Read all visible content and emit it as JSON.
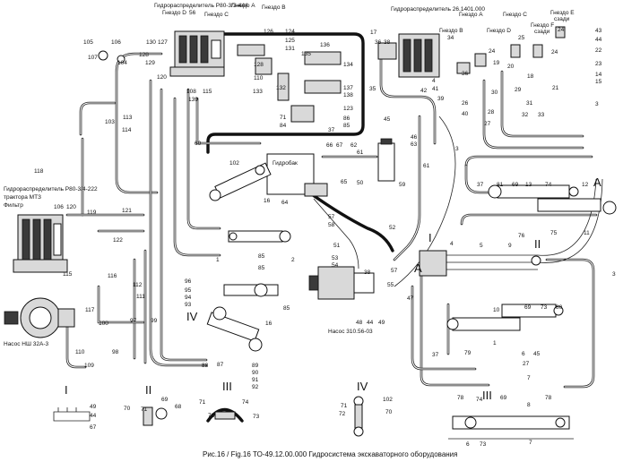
{
  "caption": "Рис.16 / Fig.16     ТО-49.12.00.000     Гидросистема экскаваторного оборудования",
  "components": {
    "valve_p80_444": "Гидрораспределитель Р80-3/3-444",
    "valve_26_1401": "Гидрораспределитель 26.1401.000",
    "valve_p80_222": "Гидрораспределитель Р80-3/4-222",
    "tractor": "трактора МТЗ",
    "filter": "Фильтр",
    "pump_nsh": "Насос НШ 32А-3",
    "pump_310": "Насос 310.56-03",
    "tank": "Гидробак"
  },
  "sockets": {
    "d_left": "Гнездо D",
    "c_left": "Гнездо C",
    "a_left": "Гнездо A",
    "b_left": "Гнездо B",
    "a_right": "Гнездо A",
    "b_right": "Гнездо B",
    "d_right": "Гнездо D",
    "c_right": "Гнездо C",
    "e_right": "Гнездо E",
    "e_right_sub": "сзади",
    "f_right": "Гнездо F",
    "f_right_sub": "сзади"
  },
  "section_labels": {
    "I_top": "I",
    "II_top": "II",
    "A_mid": "A",
    "A_right": "A",
    "IV_mid": "IV",
    "III_bottom": "III",
    "I_detail": "I",
    "II_detail": "II",
    "III_detail": "III",
    "IV_detail": "IV"
  },
  "callouts": {
    "c105": "105",
    "c107": "107",
    "c106": "106",
    "c104": "104",
    "c103": "103",
    "c56": "56",
    "c130": "130",
    "c127": "127",
    "c128a": "128",
    "c129": "129",
    "c120a": "120",
    "c108": "108",
    "c115a": "115",
    "c139": "139",
    "c126": "126",
    "c124": "124",
    "c125": "125",
    "c131": "131",
    "c128b": "128",
    "c133": "133",
    "c110": "110",
    "c132": "132",
    "c136": "136",
    "c135": "135",
    "c134": "134",
    "c137": "137",
    "c138": "138",
    "c71": "71",
    "c84": "84",
    "c86": "86",
    "c85a": "85",
    "c37a": "37",
    "c123": "123",
    "c113": "113",
    "c114": "114",
    "c60": "60",
    "c102": "102",
    "c16a": "16",
    "c64": "64",
    "c17": "17",
    "c36a": "36",
    "c38a": "38",
    "c35a": "35",
    "c45a": "45",
    "c42": "42",
    "c4a": "4",
    "c41": "41",
    "c39": "39",
    "c66": "66",
    "c67": "67",
    "c62": "62",
    "c63": "63",
    "c46": "46",
    "c65": "65",
    "c50": "50",
    "c61a": "61",
    "c61b": "61",
    "c59": "59",
    "c3a": "3",
    "c57": "57",
    "c58": "58",
    "c52": "52",
    "c118": "118",
    "c106b": "106",
    "c120b": "120",
    "c119": "119",
    "c121": "121",
    "c122": "122",
    "c115b": "115",
    "c116": "116",
    "c112": "112",
    "c111": "111",
    "c117": "117",
    "c109": "109",
    "c110b": "110",
    "c100": "100",
    "c97": "97",
    "c99": "99",
    "c98": "98",
    "c96": "96",
    "c95": "95",
    "c94": "94",
    "c93": "93",
    "c1a": "1",
    "c2a": "2",
    "c88": "88",
    "c87": "87",
    "c89": "89",
    "c90": "90",
    "c91": "91",
    "c92": "92",
    "c16b": "16",
    "c85b": "85",
    "c85c": "85",
    "c85d": "85",
    "c51": "51",
    "c53": "53",
    "c54": "54",
    "c38b": "38",
    "c57b": "57",
    "c55": "55",
    "c47": "47",
    "c48": "48",
    "c44a": "44",
    "c49a": "49",
    "c34a": "34",
    "c36b": "36",
    "c30": "30",
    "c31": "31",
    "c32": "32",
    "c33": "33",
    "c27a": "27",
    "c28": "28",
    "c29": "29",
    "c26": "26",
    "c40": "40",
    "c19": "19",
    "c20": "20",
    "c25": "25",
    "c24a": "24",
    "c24b": "24",
    "c24c": "24",
    "c21": "21",
    "c14": "14",
    "c15": "15",
    "c22": "22",
    "c23": "23",
    "c43": "43",
    "c44b": "44",
    "c18": "18",
    "c3b": "3",
    "c37b": "37",
    "c81": "81",
    "c69a": "69",
    "c13": "13",
    "c74a": "74",
    "c12": "12",
    "c75": "75",
    "c11": "11",
    "c76": "76",
    "c4b": "4",
    "c5": "5",
    "c9": "9",
    "c3c": "3",
    "c10": "10",
    "c69b": "69",
    "c73a": "73",
    "c80": "80",
    "c37c": "37",
    "c79": "79",
    "c1b": "1",
    "c27b": "27",
    "c6a": "6",
    "c45b": "45",
    "c7a": "7",
    "c49b": "49",
    "c44c": "44",
    "c67b": "67",
    "c70": "70",
    "c71b": "71",
    "c69c": "69",
    "c68": "68",
    "c71c": "71",
    "c72a": "72",
    "c74b": "74",
    "c73b": "73",
    "c71d": "71",
    "c72b": "72",
    "c102b": "102",
    "c70b": "70",
    "c78a": "78",
    "c74c": "74",
    "c69d": "69",
    "c8": "8",
    "c78b": "78",
    "c6b": "6",
    "c73c": "73",
    "c7b": "7"
  }
}
